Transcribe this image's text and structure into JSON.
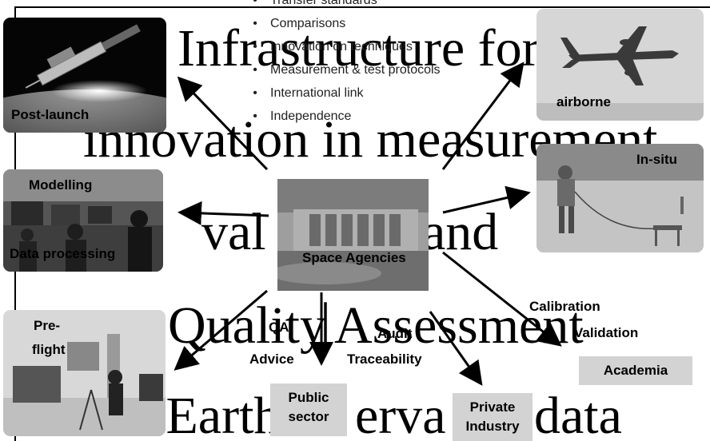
{
  "bullets": [
    "Transfer standards",
    "Comparisons",
    "Innovation on techniques",
    "Measurement & test protocols",
    "International link",
    "Independence"
  ],
  "background_title": {
    "line1": "Infrastructure for",
    "line2": "innovation in measurement",
    "line3a": "val",
    "line3b": "and",
    "line4a": "Quality",
    "line4b": "Assessment",
    "line5a": "or Earth",
    "line5b": "erva",
    "line5c": "data"
  },
  "nodes": {
    "post_launch": "Post-launch",
    "airborne": "airborne",
    "modelling": "Modelling",
    "data_processing": "Data processing",
    "in_situ": "In-situ",
    "space_agencies": "Space Agencies",
    "pre_flight_line1": "Pre-",
    "pre_flight_line2": "flight",
    "public_sector": "Public sector",
    "private_industry": "Private Industry",
    "academia": "Academia"
  },
  "arrow_labels": {
    "qa": "QA",
    "advice": "Advice",
    "audit": "Audit",
    "traceability": "Traceability",
    "calibration": "Calibration",
    "validation": "Validation"
  },
  "icon_names": [
    "satellite-image",
    "airplane-image",
    "control-room-image",
    "field-measurement-image",
    "building-image",
    "lab-image"
  ],
  "colors": {
    "box_fill": "#d3d3d3",
    "arrow": "#000000"
  }
}
